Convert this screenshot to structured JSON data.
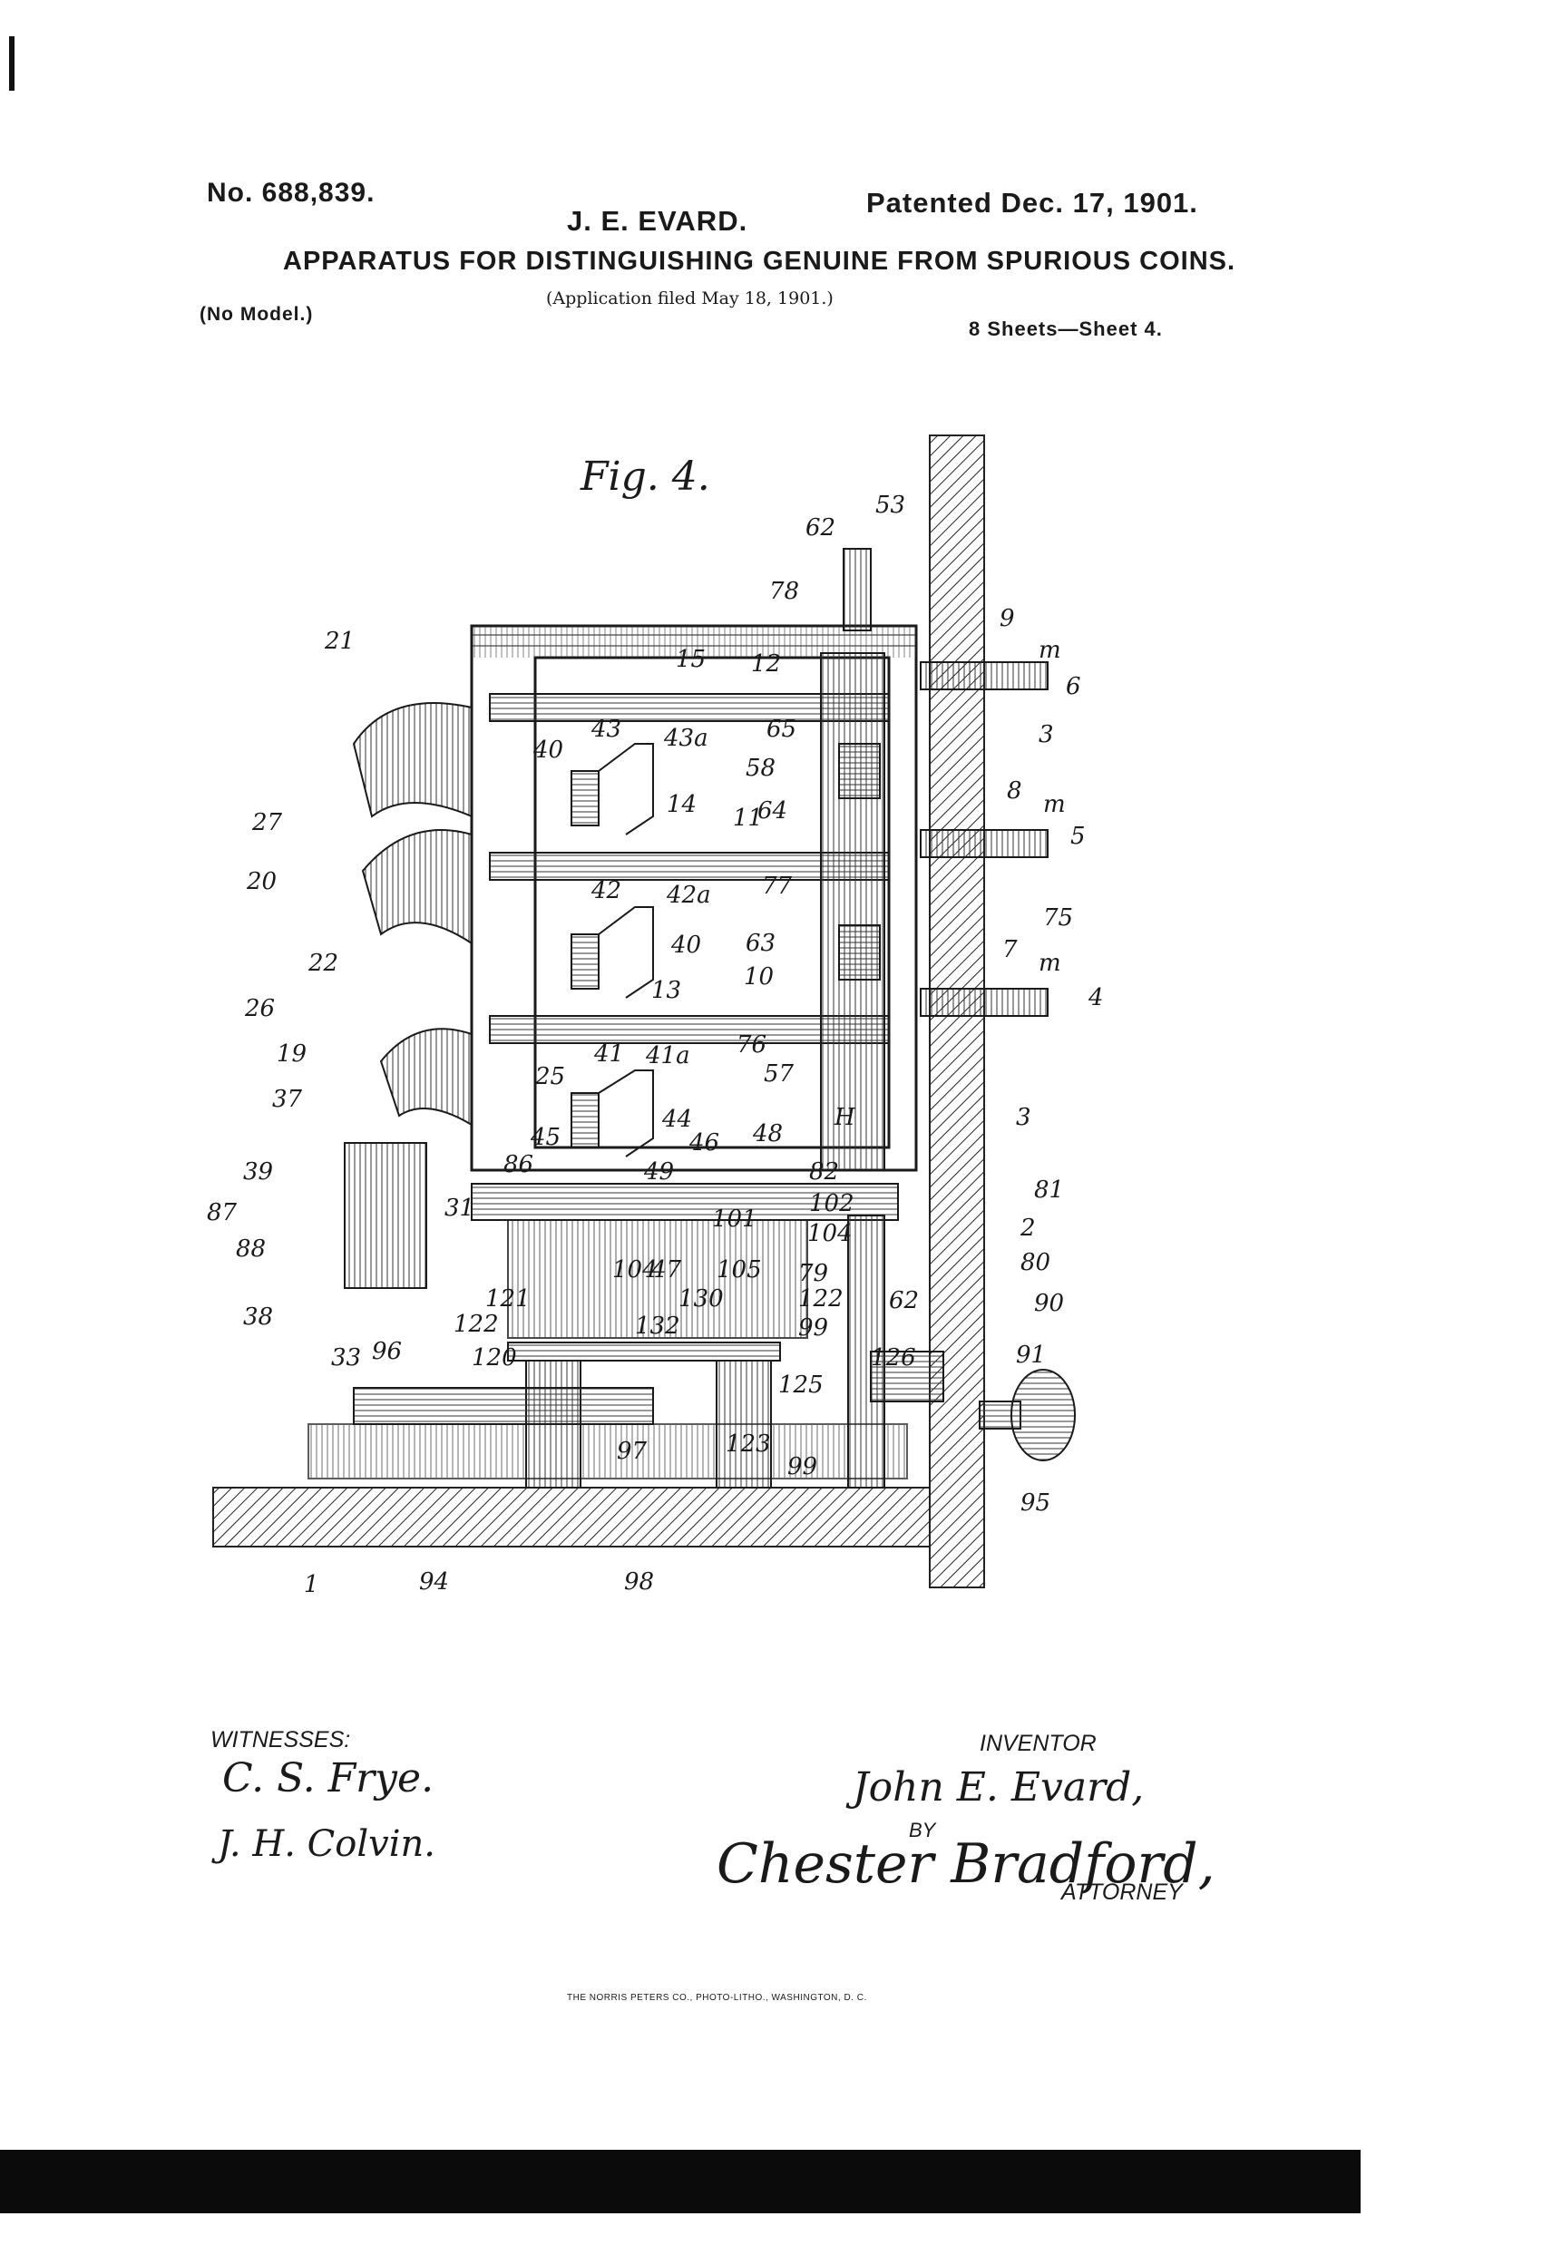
{
  "header": {
    "patent_no": "No. 688,839.",
    "inventor": "J. E. EVARD.",
    "patent_date": "Patented Dec. 17, 1901.",
    "title": "APPARATUS FOR DISTINGUISHING GENUINE FROM SPURIOUS COINS.",
    "application": "(Application filed May 18, 1901.)",
    "model": "(No Model.)",
    "sheets": "8 Sheets—Sheet 4."
  },
  "figure": {
    "title": "Fig. 4.",
    "labels": {
      "l53": "53",
      "l62a": "62",
      "l78": "78",
      "l9": "9",
      "lm1": "m",
      "l6": "6",
      "l21": "21",
      "l15": "15",
      "l12": "12",
      "l43": "43",
      "l43a": "43a",
      "l40a": "40",
      "l65": "65",
      "l3a": "3",
      "l58": "58",
      "l8": "8",
      "lm2": "m",
      "l5": "5",
      "l27": "27",
      "l14": "14",
      "l11": "11",
      "l64": "64",
      "l20": "20",
      "l42": "42",
      "l42a": "42a",
      "l77": "77",
      "l75": "75",
      "l40b": "40",
      "l63": "63",
      "l7": "7",
      "lm3": "m",
      "l4": "4",
      "l22": "22",
      "l10": "10",
      "l26": "26",
      "l13": "13",
      "l19": "19",
      "l41": "41",
      "l41a": "41a",
      "l76": "76",
      "l57": "57",
      "l37": "37",
      "l25": "25",
      "lH": "H",
      "l3b": "3",
      "l44": "44",
      "l48": "48",
      "l39": "39",
      "l45": "45",
      "l46": "46",
      "l86": "86",
      "l49": "49",
      "l82": "82",
      "l81": "81",
      "l87": "87",
      "l31": "31",
      "l102": "102",
      "l2": "2",
      "l101": "101",
      "l104a": "104",
      "l88": "88",
      "l104b": "104",
      "l47": "47",
      "l105": "105",
      "l79": "79",
      "l80": "80",
      "l38": "38",
      "l121": "121",
      "l130": "130",
      "l122": "122",
      "l62b": "62",
      "l90": "90",
      "l33": "33",
      "l96": "96",
      "l122b": "122",
      "l132": "132",
      "l99a": "99",
      "l120": "120",
      "l126": "126",
      "l91": "91",
      "l125": "125",
      "l97": "97",
      "l123": "123",
      "l99b": "99",
      "l95": "95",
      "l1": "1",
      "l94": "94",
      "l98": "98"
    }
  },
  "footer": {
    "witnesses_label": "WITNESSES:",
    "witness1": "C. S. Frye.",
    "witness2": "J. H. Colvin.",
    "inventor_label": "INVENTOR",
    "inventor_signature": "John E. Evard,",
    "by_label": "BY",
    "attorney_signature": "Chester Bradford,",
    "attorney_label": "ATTORNEY",
    "printer": "THE NORRIS PETERS CO., PHOTO-LITHO., WASHINGTON, D. C."
  }
}
